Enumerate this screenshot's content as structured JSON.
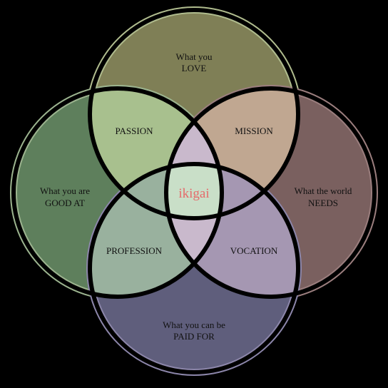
{
  "circles": {
    "love": {
      "line1": "What you",
      "line2": "LOVE",
      "fill": "#7f7f56",
      "ring": "#b0bc8e"
    },
    "good": {
      "line1": "What you are",
      "line2": "GOOD AT",
      "fill": "#5e7f5c",
      "ring": "#9cb48f"
    },
    "needs": {
      "line1": "What the world",
      "line2": "NEEDS",
      "fill": "#7a605f",
      "ring": "#9b7e7e"
    },
    "paid": {
      "line1": "What you can be",
      "line2": "PAID FOR",
      "fill": "#5f5e7c",
      "ring": "#8c86aa"
    }
  },
  "intersections": {
    "passion": {
      "label": "PASSION",
      "fill": "#a8c08e"
    },
    "mission": {
      "label": "MISSION",
      "fill": "#c0a791"
    },
    "profession": {
      "label": "PROFESSION",
      "fill": "#99b19e"
    },
    "vocation": {
      "label": "VOCATION",
      "fill": "#a597b2"
    },
    "love_paid": {
      "fill": "#c9d4b0"
    },
    "good_needs": {
      "fill": "#c9b9cc"
    }
  },
  "center": {
    "label": "ikigai",
    "fill": "#c9dfc8",
    "color": "#e56b6b"
  },
  "background": "#000000",
  "outline": "#000000"
}
